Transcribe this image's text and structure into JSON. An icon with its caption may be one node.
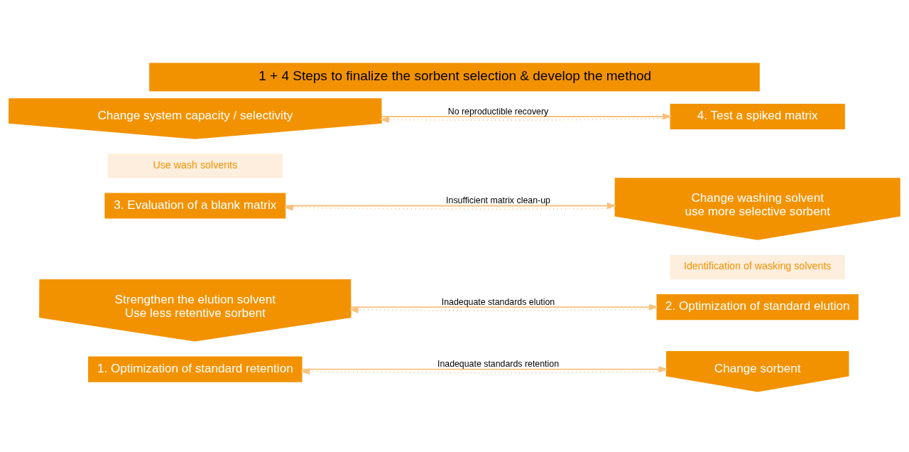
{
  "diagram": {
    "title": "1 + 4 Steps to finalize the sorbent selection & develop the method",
    "nodes": [
      {
        "text": [
          "1. Optimization of standard retention"
        ]
      },
      {
        "text": [
          "Change sorbent"
        ]
      },
      {
        "text": [
          "Strengthen the elution solvent",
          "Use less retentive sorbent"
        ]
      },
      {
        "text": [
          "2. Optimization of standard elution"
        ]
      },
      {
        "text": [
          "Identification of wasking solvents"
        ]
      },
      {
        "text": [
          "3. Evaluation of a blank matrix"
        ]
      },
      {
        "text": [
          "Use wash solvents"
        ]
      },
      {
        "text": [
          "Change washing solvent",
          "use more selective sorbent"
        ]
      },
      {
        "text": [
          "Change system capacity / selectivity"
        ]
      },
      {
        "text": [
          "4. Test a spiked matrix"
        ]
      }
    ],
    "edges": [
      {
        "from": 0,
        "to": 1,
        "arrow": "to",
        "label": "Inadequate standards retention"
      },
      {
        "from": 1,
        "to": 0,
        "arrow": "to",
        "style": "dashed"
      },
      {
        "from": 2,
        "to": 3,
        "arrow": "to",
        "label": "Inadequate standards elution"
      },
      {
        "from": 3,
        "to": 2,
        "arrow": "to",
        "style": "dashed"
      },
      {
        "from": 5,
        "to": 7,
        "arrow": "to",
        "label": "Insufficient matrix clean-up"
      },
      {
        "from": 7,
        "to": 5,
        "arrow": "to",
        "style": "dashed"
      },
      {
        "from": 8,
        "to": 9,
        "arrow": "to",
        "label": "No reproductible recovery"
      },
      {
        "from": 9,
        "to": 8,
        "arrow": "to",
        "style": "dashed"
      }
    ]
  }
}
